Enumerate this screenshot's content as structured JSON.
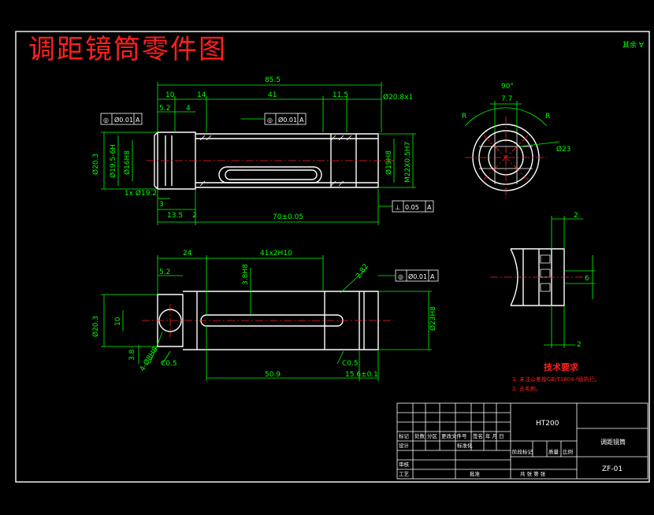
{
  "drawing": {
    "title": "调距镜筒零件图",
    "corner_tag": "其余 ∀"
  },
  "front_view": {
    "dims": {
      "overall_length": "85.5",
      "d10": "10",
      "d14": "14",
      "d41": "41",
      "d115": "11.5",
      "chamfer_20": "Ø20.8x1",
      "d52": "5.2",
      "d4": "4",
      "dia203": "Ø20.3",
      "thread": "Ø19.5-6H",
      "dia16h8": "Ø16H8",
      "dia19h8": "Ø19H8",
      "dia22js7": "M22X0.5H7",
      "chamfer_1x": "1x Ø19.2",
      "d3": "3",
      "d135": "13.5",
      "d2": "2",
      "d70": "70±0.05"
    },
    "tolerances": {
      "coax_left": [
        "◎",
        "Ø0.01",
        "A"
      ],
      "coax_mid": [
        "◎",
        "Ø0.01",
        "A"
      ],
      "perp": [
        "⊥",
        "0.05",
        "A"
      ]
    }
  },
  "end_view": {
    "dims": {
      "angle": "90°",
      "d77": "7.7",
      "dia23": "Ø23",
      "r_left": "R",
      "r_right": "R"
    }
  },
  "side_view": {
    "dims": {
      "d2_top": "2",
      "d6": "6",
      "d2_bottom": "2"
    }
  },
  "bottom_view": {
    "dims": {
      "d24": "24",
      "slot": "41x2H10",
      "d52": "5.2",
      "h38": "3.8H8",
      "d282": "2.82",
      "dia203": "Ø20.3",
      "d10": "10",
      "d38": "3.8",
      "hole": "4-Ø8H8",
      "c05_left": "C0.5",
      "c05_right": "C0.5",
      "d509": "50.9",
      "d156": "15.6±0.1",
      "dia23h8": "Ø23H8"
    },
    "tolerances": {
      "coax": [
        "◎",
        "Ø0.01",
        "A"
      ]
    }
  },
  "notes": {
    "heading": "技术要求",
    "line1": "1. 未注公差按GB/T1804-f级执行。",
    "line2": "2. 去毛刺。"
  },
  "title_block": {
    "material": "HT200",
    "part_name": "调距镜筒",
    "drawing_no": "ZF-01",
    "row_labels": {
      "mark": "标记",
      "count": "处数",
      "zone": "分区",
      "change_no": "更改文件号",
      "sign": "签名",
      "date": "年 月 日",
      "design": "设计",
      "standardize": "标准化",
      "stage_mark": "阶段标记",
      "weight": "质量",
      "scale": "比例",
      "review": "审核",
      "process": "工艺",
      "approve": "批准",
      "sheets": "共 张 第 张"
    }
  },
  "colors": {
    "background": "#000000",
    "outline": "#ffffff",
    "dimension": "#00ff00",
    "centerline": "#ff2020",
    "title": "#ff2020"
  }
}
